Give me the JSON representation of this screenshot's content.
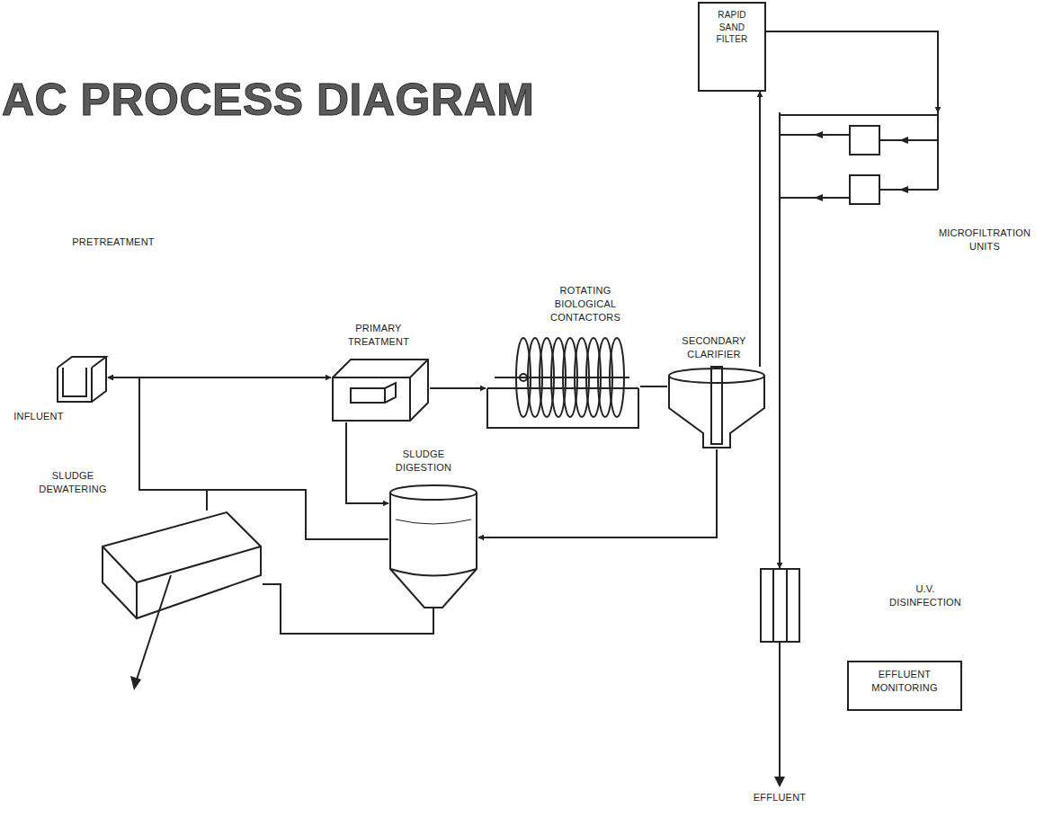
{
  "diagram": {
    "title": "AC PROCESS DIAGRAM",
    "nodes": [
      {
        "text": [
          "INFLUENT"
        ]
      },
      {
        "text": [
          "PRIMARY TREATMENT"
        ]
      },
      {
        "text": [
          "ROTATING BIOLOGICAL CONTACTORS"
        ]
      },
      {
        "text": [
          "SECONDARY CLARIFIER"
        ]
      },
      {
        "text": [
          "RAPID SAND FILTER"
        ]
      },
      {
        "text": [
          "MICROFILTRATION UNITS"
        ]
      },
      {
        "text": [
          "SLUDGE DEWATERING"
        ]
      },
      {
        "text": [
          "SLUDGE DIGESTION"
        ]
      },
      {
        "text": [
          "U.V. DISINFECTION"
        ]
      },
      {
        "text": [
          "EFFLUENT MONITORING"
        ]
      }
    ],
    "edges": [
      {
        "from": 0,
        "to": 1,
        "arrow": "to"
      },
      {
        "from": 1,
        "to": 2,
        "arrow": "to"
      },
      {
        "from": 2,
        "to": 3,
        "arrow": "none"
      },
      {
        "from": 3,
        "to": 4,
        "arrow": "to"
      },
      {
        "from": 4,
        "to": 5,
        "arrow": "to"
      },
      {
        "from": 5,
        "to": 8,
        "arrow": "to"
      },
      {
        "from": 1,
        "to": 7,
        "arrow": "to"
      },
      {
        "from": 3,
        "to": 7,
        "arrow": "to"
      },
      {
        "from": 7,
        "to": 6,
        "arrow": "none"
      },
      {
        "from": 7,
        "to": 0,
        "arrow": "to"
      },
      {
        "from": 6,
        "to": 0,
        "arrow": "to"
      }
    ],
    "labels": [
      "PRETREATMENT",
      "EFFLUENT"
    ]
  }
}
